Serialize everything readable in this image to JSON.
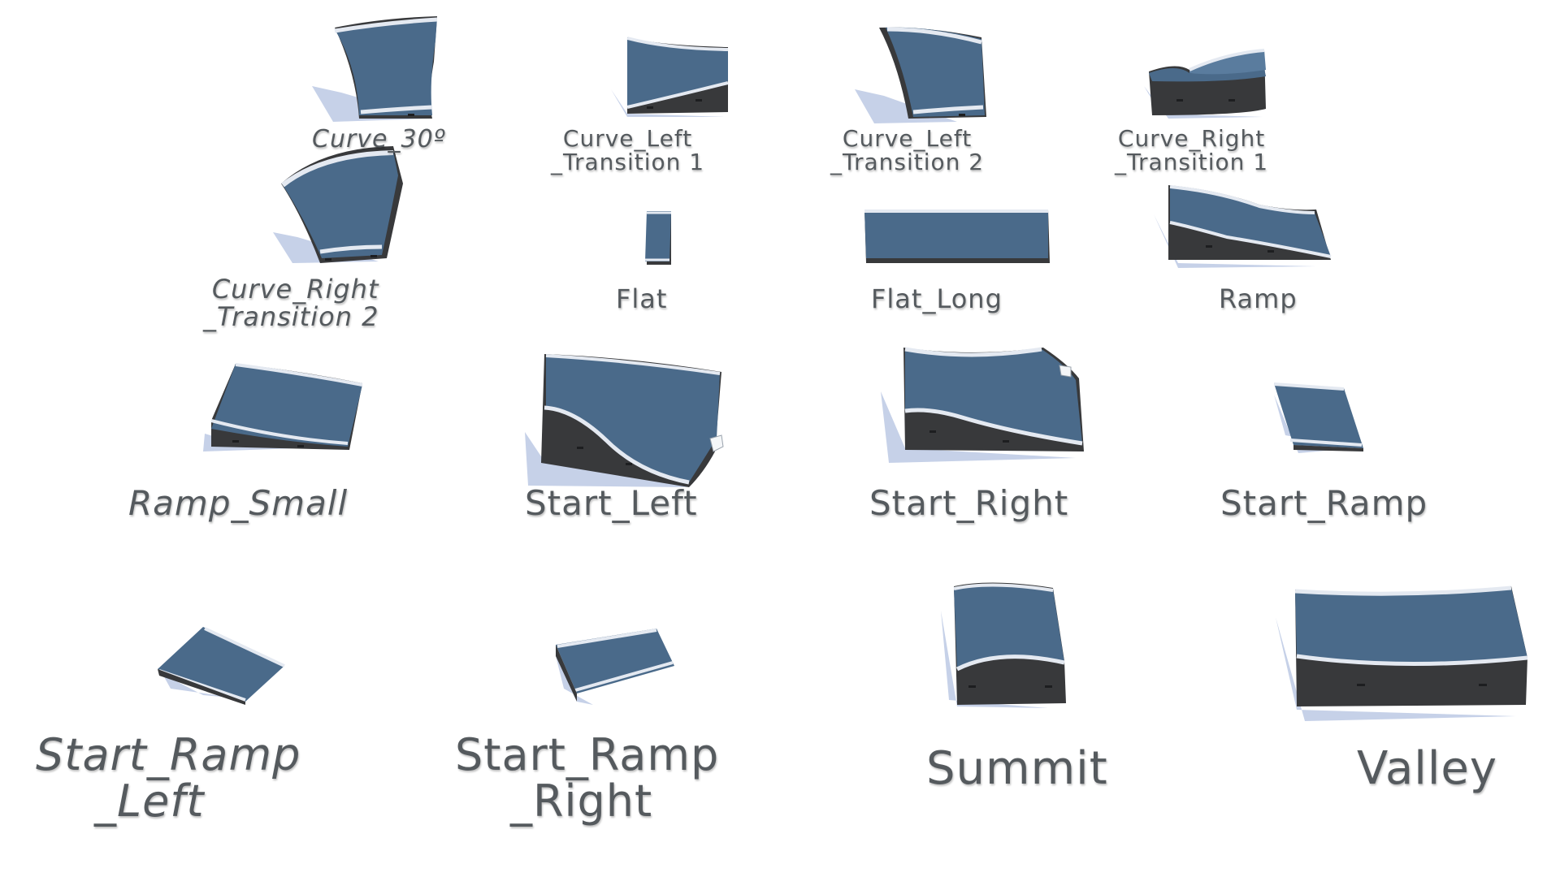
{
  "palette": {
    "surface": "#4a6a8a",
    "surface_light": "#5a7c9e",
    "side": "#38393b",
    "stripe": "#e4e9f1",
    "shadow": "#c6d1e8",
    "label": "#555a5e"
  },
  "pieces": [
    {
      "id": "curve-30",
      "lines": [
        "Curve_30º"
      ],
      "icon": "curve-30-piece-icon"
    },
    {
      "id": "curve-left-transition-1",
      "lines": [
        "Curve_Left",
        "_Transition 1"
      ],
      "icon": "curve-left-transition-1-piece-icon"
    },
    {
      "id": "curve-left-transition-2",
      "lines": [
        "Curve_Left",
        "_Transition 2"
      ],
      "icon": "curve-left-transition-2-piece-icon"
    },
    {
      "id": "curve-right-transition-1",
      "lines": [
        "Curve_Right",
        "_Transition 1"
      ],
      "icon": "curve-right-transition-1-piece-icon"
    },
    {
      "id": "curve-right-transition-2",
      "lines": [
        "Curve_Right",
        "_Transition 2"
      ],
      "icon": "curve-right-transition-2-piece-icon"
    },
    {
      "id": "flat",
      "lines": [
        "Flat"
      ],
      "icon": "flat-piece-icon"
    },
    {
      "id": "flat-long",
      "lines": [
        "Flat_Long"
      ],
      "icon": "flat-long-piece-icon"
    },
    {
      "id": "ramp",
      "lines": [
        "Ramp"
      ],
      "icon": "ramp-piece-icon"
    },
    {
      "id": "ramp-small",
      "lines": [
        "Ramp_Small"
      ],
      "icon": "ramp-small-piece-icon"
    },
    {
      "id": "start-left",
      "lines": [
        "Start_Left"
      ],
      "icon": "start-left-piece-icon"
    },
    {
      "id": "start-right",
      "lines": [
        "Start_Right"
      ],
      "icon": "start-right-piece-icon"
    },
    {
      "id": "start-ramp",
      "lines": [
        "Start_Ramp"
      ],
      "icon": "start-ramp-piece-icon"
    },
    {
      "id": "start-ramp-left",
      "lines": [
        "Start_Ramp",
        "_Left"
      ],
      "icon": "start-ramp-left-piece-icon"
    },
    {
      "id": "start-ramp-right",
      "lines": [
        "Start_Ramp",
        "_Right"
      ],
      "icon": "start-ramp-right-piece-icon"
    },
    {
      "id": "summit",
      "lines": [
        "Summit"
      ],
      "icon": "summit-piece-icon"
    },
    {
      "id": "valley",
      "lines": [
        "Valley"
      ],
      "icon": "valley-piece-icon"
    }
  ]
}
